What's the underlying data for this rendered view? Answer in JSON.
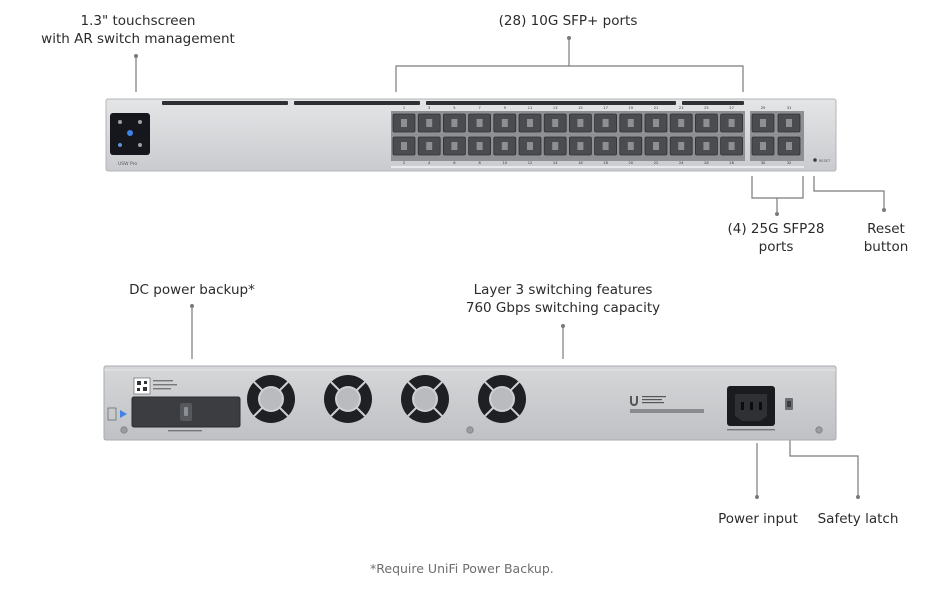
{
  "labels": {
    "touchscreen": [
      "1.3\" touchscreen",
      "with AR switch management"
    ],
    "sfp_plus": "(28) 10G SFP+ ports",
    "sfp28": [
      "(4) 25G SFP28",
      "ports"
    ],
    "reset": [
      "Reset",
      "button"
    ],
    "dc_backup": "DC power backup*",
    "layer3": [
      "Layer 3 switching features",
      "760 Gbps switching capacity"
    ],
    "power_input": "Power input",
    "safety_latch": "Safety latch"
  },
  "footnote": "*Require UniFi Power Backup.",
  "device": {
    "model": "USW Pro",
    "reset_mark": "RESET",
    "port_numbers_top": [
      "1",
      "3",
      "5",
      "7",
      "9",
      "11",
      "13",
      "15",
      "17",
      "19",
      "21",
      "23",
      "25",
      "27"
    ],
    "port_numbers_bottom": [
      "2",
      "4",
      "6",
      "8",
      "10",
      "12",
      "14",
      "16",
      "18",
      "20",
      "22",
      "24",
      "26",
      "28"
    ],
    "sfp28_numbers_top": [
      "29",
      "31"
    ],
    "sfp28_numbers_bottom": [
      "30",
      "32"
    ]
  },
  "colors": {
    "chassis": "#cfd1d4",
    "port": "#4a4c50",
    "screen": "#15171c",
    "line": "#7a7a7a"
  }
}
